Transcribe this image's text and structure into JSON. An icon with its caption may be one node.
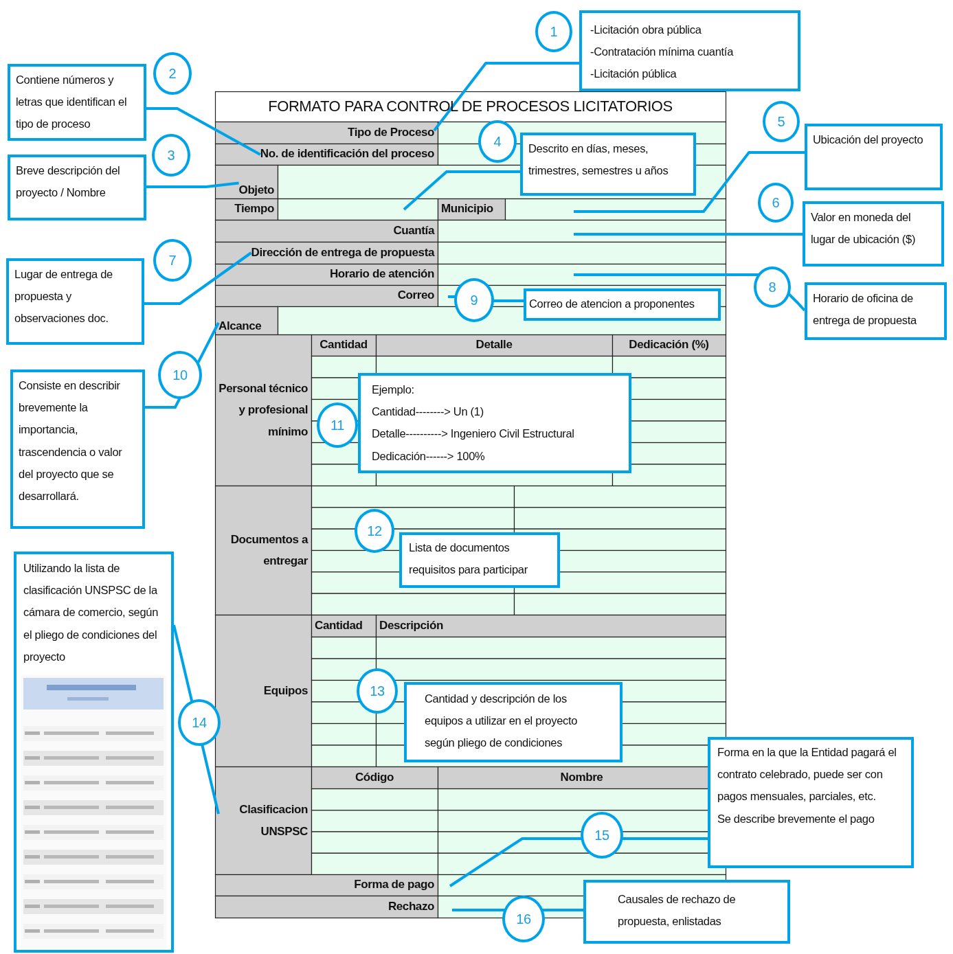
{
  "diagram": {
    "nodes": [
      {
        "text": [
          "-Licitación obra pública",
          "-Contratación mínima cuantía",
          "-Licitación pública"
        ],
        "beside": [
          "1"
        ]
      },
      {
        "text": [
          "Contiene números y letras que identifican el tipo de proceso"
        ],
        "beside": [
          "2"
        ]
      },
      {
        "text": [
          "Breve descripción del proyecto / Nombre"
        ],
        "beside": [
          "3"
        ]
      },
      {
        "text": [
          "Descrito en días, meses, trimestres, semestres u años"
        ],
        "beside": [
          "4"
        ]
      },
      {
        "text": [
          "Ubicación del proyecto"
        ],
        "beside": [
          "5"
        ]
      },
      {
        "text": [
          "Valor en moneda del lugar de ubicación ($)"
        ],
        "beside": [
          "6"
        ]
      },
      {
        "text": [
          "Lugar de entrega de propuesta y observaciones doc."
        ],
        "beside": [
          "7"
        ]
      },
      {
        "text": [
          "Horario de oficina de entrega de propuesta"
        ],
        "beside": [
          "8"
        ]
      },
      {
        "text": [
          "Correo de atencion a proponentes"
        ],
        "beside": [
          "9"
        ]
      },
      {
        "text": [
          "Consiste en describir brevemente la importancia, trascendencia o valor del proyecto que se desarrollará."
        ],
        "beside": [
          "10"
        ]
      },
      {
        "text": [
          "Ejemplo:",
          "Cantidad--------> Un (1)",
          "Detalle----------> Ingeniero Civil Estructural",
          "Dedicación------> 100%"
        ],
        "beside": [
          "11"
        ]
      },
      {
        "text": [
          "Lista de documentos requisitos para participar"
        ],
        "beside": [
          "12"
        ]
      },
      {
        "text": [
          "Cantidad y descripción de los equipos a utilizar en el proyecto según pliego de condiciones"
        ],
        "beside": [
          "13"
        ]
      },
      {
        "text": [
          "Utilizando la lista de clasificación UNSPSC de la cámara de comercio, según el pliego de condiciones del proyecto"
        ],
        "beside": [
          "14"
        ]
      },
      {
        "text": [
          "Forma en la que la Entidad pagará el contrato celebrado, puede ser con pagos mensuales, parciales, etc.",
          "Se describe brevemente el pago"
        ],
        "beside": [
          "15"
        ]
      },
      {
        "text": [
          "Causales de rechazo de propuesta, enlistadas"
        ],
        "beside": [
          "16"
        ]
      },
      {
        "text": [
          "Tipo de Proceso"
        ]
      },
      {
        "text": [
          "No. de identificación del proceso"
        ]
      },
      {
        "text": [
          "Objeto"
        ]
      },
      {
        "text": [
          "Dirección de entrega de propuesta"
        ]
      },
      {
        "text": [
          "Alcance"
        ]
      },
      {
        "text": [
          "Clasificacion UNSPSC"
        ]
      }
    ],
    "edges": [
      {
        "from": 0,
        "to": 16,
        "arrow": "none"
      },
      {
        "from": 1,
        "to": 17,
        "arrow": "none"
      },
      {
        "from": 2,
        "to": 18,
        "arrow": "none"
      },
      {
        "from": 3,
        "to": null,
        "arrow": "none"
      },
      {
        "from": 4,
        "to": null,
        "arrow": "none"
      },
      {
        "from": 5,
        "to": null,
        "arrow": "none"
      },
      {
        "from": 6,
        "to": 19,
        "arrow": "none"
      },
      {
        "from": 7,
        "to": null,
        "arrow": "none"
      },
      {
        "from": 8,
        "to": null,
        "arrow": "none"
      },
      {
        "from": 9,
        "to": 20,
        "arrow": "none"
      },
      {
        "from": 13,
        "to": 21,
        "arrow": "none"
      },
      {
        "from": 14,
        "to": null,
        "arrow": "none"
      },
      {
        "from": 15,
        "to": null,
        "arrow": "none"
      }
    ],
    "labels": [
      "FORMATO PARA CONTROL DE PROCESOS LICITATORIOS",
      "Tiempo",
      "Municipio",
      "Cuantía",
      "Horario de atención",
      "Correo",
      "Personal técnico y profesional mínimo",
      "Cantidad",
      "Detalle",
      "Dedicación (%)",
      "Documentos a entregar",
      "Equipos",
      "Cantidad",
      "Descripción",
      "Código",
      "Nombre",
      "Forma de pago",
      "Rechazo"
    ]
  }
}
